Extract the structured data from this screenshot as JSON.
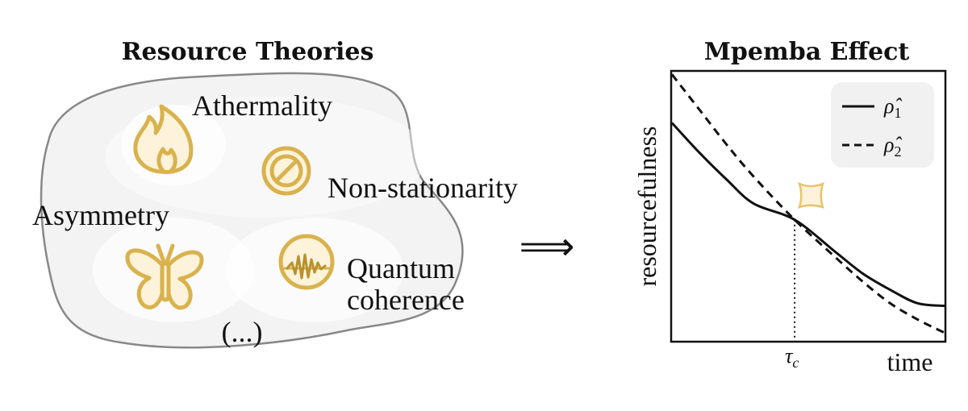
{
  "left_panel": {
    "title": "Resource Theories",
    "items": [
      {
        "label": "Athermality",
        "icon": "flame-icon"
      },
      {
        "label": "Non-stationarity",
        "icon": "prohibited-icon"
      },
      {
        "label": "Asymmetry",
        "icon": "butterfly-icon"
      },
      {
        "label_line1": "Quantum",
        "label_line2": "coherence",
        "icon": "wave-circle-icon"
      }
    ],
    "ellipsis": "(...)"
  },
  "implies_symbol": "⟹",
  "right_panel": {
    "title": "Mpemba Effect",
    "ylabel": "resourcefulness",
    "xlabel": "time",
    "crossing_label_main": "τ",
    "crossing_label_sub": "c",
    "legend": [
      {
        "name": "ρ̂",
        "sub": "1",
        "style": "solid"
      },
      {
        "name": "ρ̂",
        "sub": "2",
        "style": "dashed"
      }
    ]
  },
  "colors": {
    "accent": "#d9b24e",
    "accent_fill": "#fdf3da",
    "blob_fill": "#f3f3f3",
    "blob_stroke": "#888888"
  },
  "chart_data": {
    "type": "line",
    "title": "Mpemba Effect",
    "xlabel": "time",
    "ylabel": "resourcefulness",
    "xlim": [
      0,
      1
    ],
    "ylim": [
      0,
      1
    ],
    "crossing_x": 0.45,
    "series": [
      {
        "name": "ρ̂1",
        "style": "solid",
        "x": [
          0,
          0.1,
          0.2,
          0.3,
          0.45,
          0.6,
          0.7,
          0.8,
          0.9,
          1.0
        ],
        "y": [
          0.81,
          0.7,
          0.6,
          0.51,
          0.45,
          0.33,
          0.25,
          0.19,
          0.14,
          0.13
        ]
      },
      {
        "name": "ρ̂2",
        "style": "dashed",
        "x": [
          0,
          0.1,
          0.2,
          0.3,
          0.45,
          0.6,
          0.7,
          0.8,
          0.9,
          1.0
        ],
        "y": [
          0.99,
          0.86,
          0.73,
          0.61,
          0.45,
          0.31,
          0.22,
          0.14,
          0.08,
          0.03
        ]
      }
    ]
  }
}
